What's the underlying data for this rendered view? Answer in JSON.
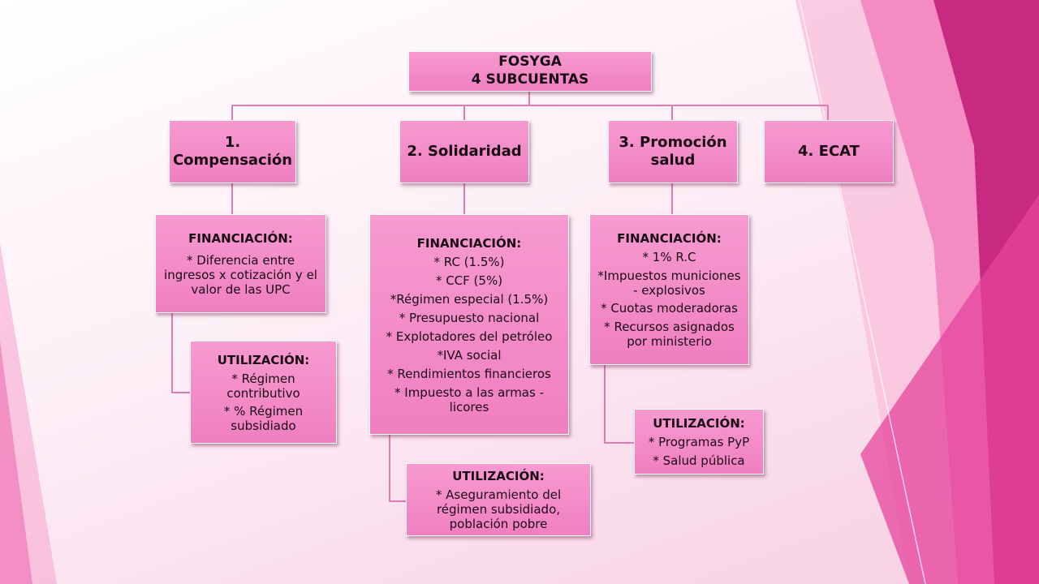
{
  "root": {
    "line1": "FOSYGA",
    "line2": "4 SUBCUENTAS"
  },
  "subaccounts": [
    {
      "title": "1. Compensación",
      "financiacion": {
        "title": "FINANCIACIÓN:",
        "items": [
          "* Diferencia entre ingresos x cotización y el valor de las UPC"
        ]
      },
      "utilizacion": {
        "title": "UTILIZACIÓN:",
        "items": [
          "* Régimen contributivo",
          "* % Régimen subsidiado"
        ]
      }
    },
    {
      "title": "2. Solidaridad",
      "financiacion": {
        "title": "FINANCIACIÓN:",
        "items": [
          "* RC (1.5%)",
          "* CCF (5%)",
          "*Régimen especial (1.5%)",
          "* Presupuesto nacional",
          "* Explotadores del petróleo",
          "*IVA social",
          "* Rendimientos financieros",
          "* Impuesto a las armas - licores"
        ]
      },
      "utilizacion": {
        "title": "UTILIZACIÓN:",
        "items": [
          "* Aseguramiento del régimen subsidiado, población pobre"
        ]
      }
    },
    {
      "title": "3. Promoción salud",
      "financiacion": {
        "title": "FINANCIACIÓN:",
        "items": [
          "* 1% R.C",
          "*Impuestos municiones - explosivos",
          "* Cuotas moderadoras",
          "* Recursos asignados por ministerio"
        ]
      },
      "utilizacion": {
        "title": "UTILIZACIÓN:",
        "items": [
          "* Programas PyP",
          "* Salud pública"
        ]
      }
    },
    {
      "title": "4. ECAT"
    }
  ],
  "colors": {
    "box_fill": "#f48cc8",
    "connector": "#e07ab4",
    "accent_dark": "#c21f78",
    "accent_mid": "#e6449c",
    "accent_light": "#f6a8d2"
  }
}
